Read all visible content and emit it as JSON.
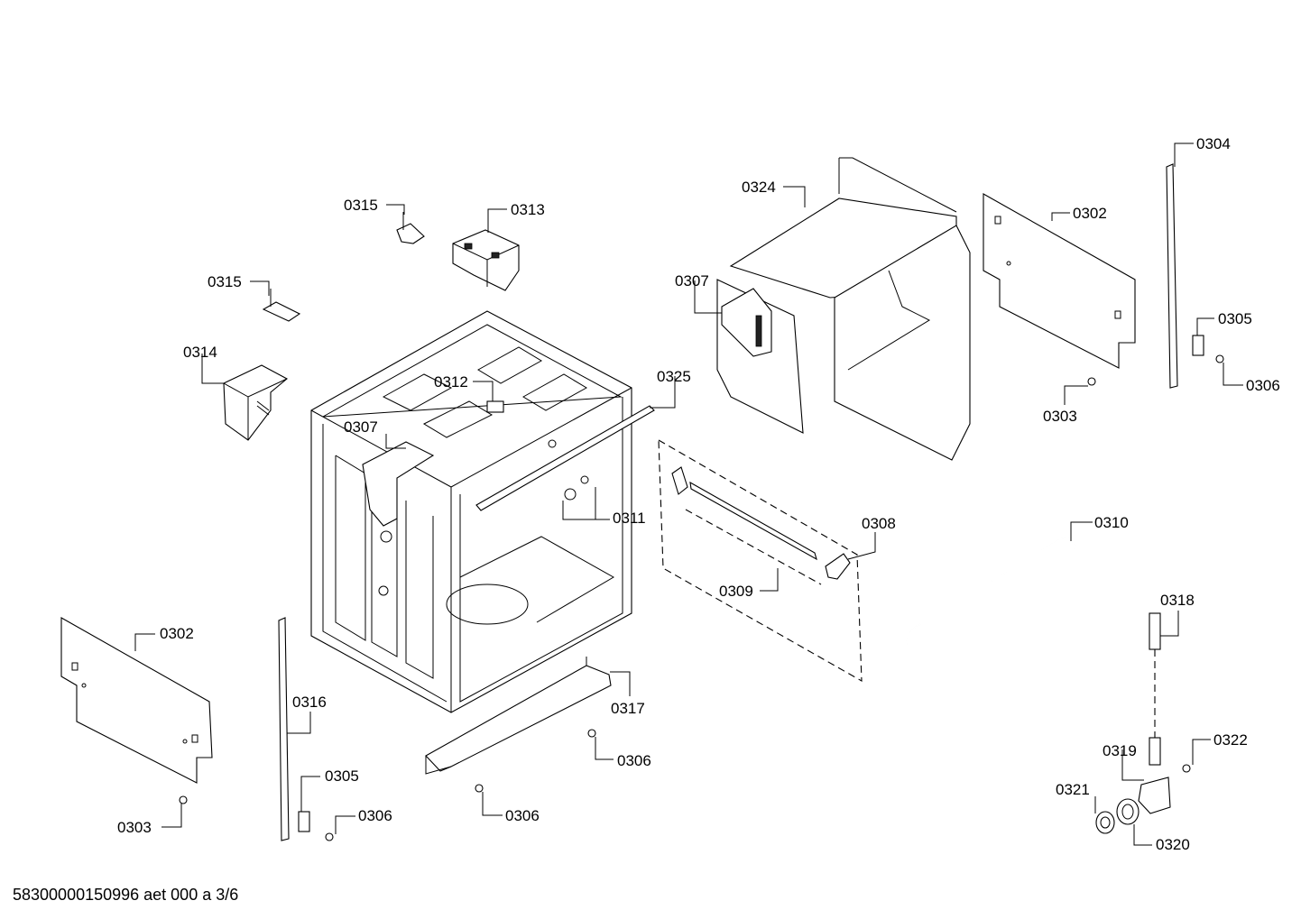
{
  "diagram": {
    "footer": "58300000150996 aet 000 a 3/6",
    "labels": [
      "0304",
      "0324",
      "0302",
      "0315",
      "0313",
      "0315",
      "0307",
      "0305",
      "0306",
      "0314",
      "0312",
      "0325",
      "0303",
      "0307",
      "0311",
      "0308",
      "0310",
      "0309",
      "0318",
      "0302",
      "0317",
      "0316",
      "0306",
      "0322",
      "0319",
      "0305",
      "0321",
      "0303",
      "0306",
      "0306",
      "0320"
    ]
  }
}
